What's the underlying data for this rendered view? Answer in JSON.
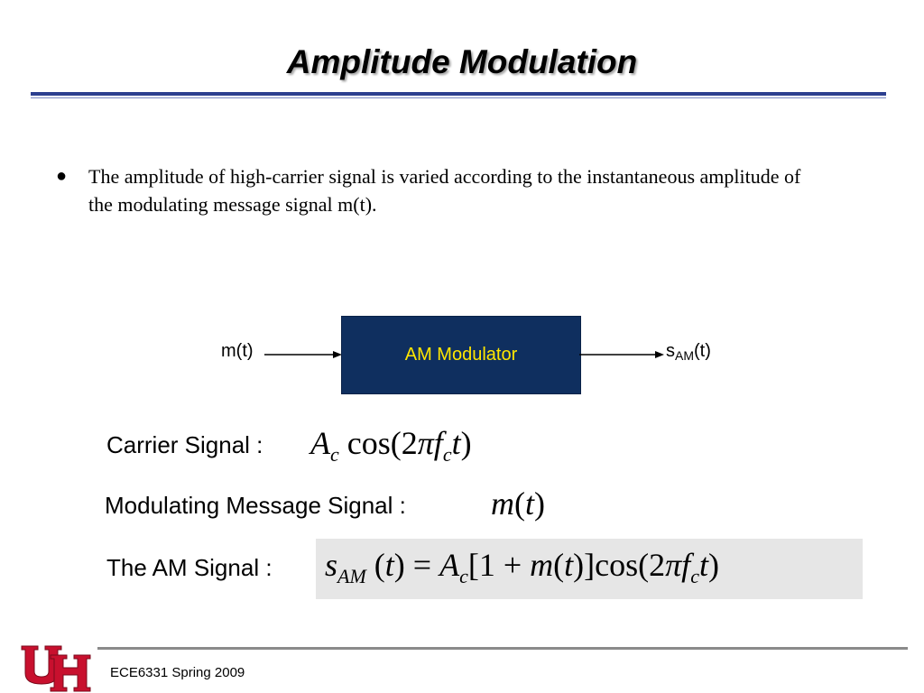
{
  "slide": {
    "title": "Amplitude Modulation"
  },
  "bullet": {
    "symbol": "●",
    "text": "The amplitude of high-carrier signal is varied according to the instantaneous amplitude of the modulating message signal m(t)."
  },
  "diagram": {
    "input_label": "m(t)",
    "block_label": "AM Modulator",
    "output_label_main": "s",
    "output_label_sub": "AM",
    "output_label_suffix": "(t)",
    "block_color": "#0f2f5f",
    "block_text_color": "#ffe600"
  },
  "equations": {
    "carrier_label": "Carrier Signal :",
    "carrier_A": "A",
    "carrier_A_sub": "c",
    "carrier_cos": "cos(2",
    "carrier_pi": "π",
    "carrier_f": "f",
    "carrier_f_sub": "c",
    "carrier_t": "t",
    "carrier_close": ")",
    "message_label": "Modulating Message Signal :",
    "message_m": "m",
    "message_open": "(",
    "message_t": "t",
    "message_close": ")",
    "am_label": "The AM Signal :",
    "am_s": "s",
    "am_s_sub": "AM",
    "am_expr_1": "(",
    "am_t1": "t",
    "am_expr_2": ") = ",
    "am_A": "A",
    "am_A_sub": "c",
    "am_expr_3": "[1 + ",
    "am_m": "m",
    "am_expr_4": "(",
    "am_t2": "t",
    "am_expr_5": ")]cos(2",
    "am_pi": "π",
    "am_f": "f",
    "am_f_sub": "c",
    "am_t3": "t",
    "am_expr_6": ")"
  },
  "footer": {
    "text": "ECE6331 Spring 2009",
    "logo_color": "#c8102e"
  }
}
